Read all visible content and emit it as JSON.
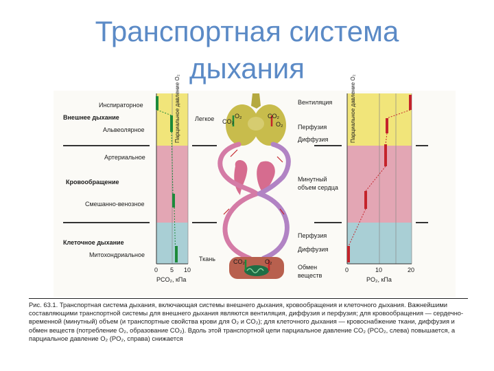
{
  "title_line1": "Транспортная система",
  "title_line2": "дыхания",
  "left_labels": {
    "inspiratory": "Инспираторное",
    "external": "Внешнее дыхание",
    "alveolar": "Альвеолярное",
    "arterial": "Артериальное",
    "circulation": "Кровообращение",
    "mixed_venous": "Смешанно-венозное",
    "cellular": "Клеточное дыхание",
    "mitochondrial": "Митохондриальное"
  },
  "left_axis": {
    "rot_label": "Парциальное давление O₂",
    "ticks": [
      "0",
      "5",
      "10"
    ],
    "unit": "PCO₂, кПа"
  },
  "diagram": {
    "lung": "Легкое",
    "co2": "CO₂",
    "o2": "O₂",
    "tissue": "Ткань"
  },
  "right_labels": {
    "ventilation": "Вентиляция",
    "perfusion": "Перфузия",
    "diffusion": "Диффузия",
    "minute_volume_1": "Минутный",
    "minute_volume_2": "объем сердца",
    "perfusion2": "Перфузия",
    "diffusion2": "Диффузия",
    "exchange_1": "Обмен",
    "exchange_2": "веществ"
  },
  "right_axis": {
    "rot_label": "Парциальное давление O₂",
    "ticks": [
      "0",
      "10",
      "20"
    ],
    "unit": "PO₂, кПа"
  },
  "caption": "Рис. 63.1. Транспортная система дыхания, включающая системы внешнего дыхания, кровообращения и клеточного дыхания. Важнейшими составляющими транспортной системы для внешнего дыхания являются вентиляция, диффузия и перфузия; для кровообращения — сердечно-временной (минутный) объем (и транспортные свойства крови для O₂ и CO₂); для клеточного дыхания — кровоснабжение ткани, диффузия и обмен веществ (потребление O₂, образование CO₂). Вдоль этой транспортной цепи парциальное давление CO₂ (PCO₂, слева) повышается, а парциальное давление O₂ (PO₂, справа) снижается",
  "colors": {
    "title": "#5b8ac6",
    "yellow": "#f1e57a",
    "pink": "#e3a6b4",
    "blue": "#a9cfd5",
    "green": "#1d8a3a",
    "red": "#c4232b"
  }
}
